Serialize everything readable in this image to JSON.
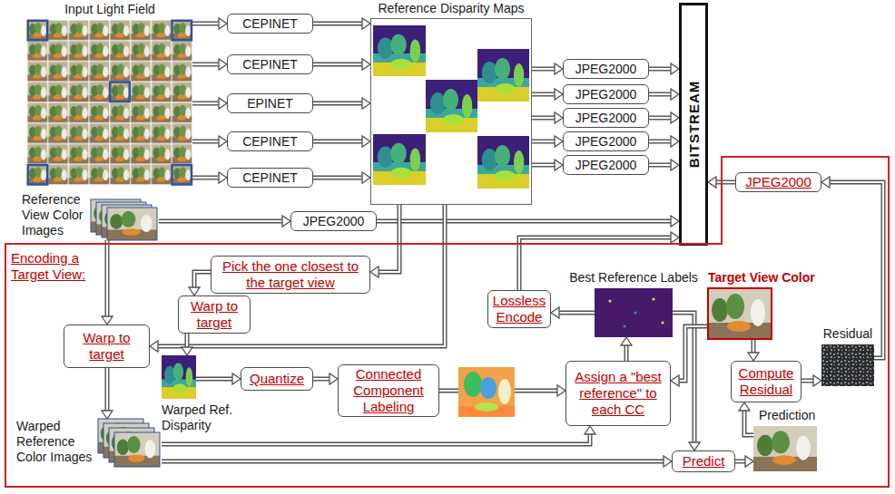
{
  "diagram": {
    "nodes": [
      {
        "text": [
          "Input Light Field"
        ]
      },
      {
        "text": [
          "Reference View Color Images"
        ]
      },
      {
        "text": [
          "CEPINET"
        ]
      },
      {
        "text": [
          "CEPINET"
        ]
      },
      {
        "text": [
          "EPINET"
        ]
      },
      {
        "text": [
          "CEPINET"
        ]
      },
      {
        "text": [
          "CEPINET"
        ]
      },
      {
        "text": [
          "Reference Disparity Maps"
        ]
      },
      {
        "text": [
          "JPEG2000"
        ]
      },
      {
        "text": [
          "JPEG2000"
        ]
      },
      {
        "text": [
          "JPEG2000"
        ]
      },
      {
        "text": [
          "JPEG2000"
        ]
      },
      {
        "text": [
          "JPEG2000"
        ]
      },
      {
        "text": [
          "JPEG2000"
        ]
      },
      {
        "text": [
          "BITSTREAM"
        ]
      },
      {
        "text": [
          "Encoding a Target View:"
        ]
      },
      {
        "text": [
          "Pick the one closest to the target view"
        ],
        "in": 15
      },
      {
        "text": [
          "Warp to target"
        ],
        "in": 15
      },
      {
        "text": [
          "Warp to target"
        ],
        "in": 15
      },
      {
        "text": [
          "Warped Ref. Disparity"
        ],
        "in": 15
      },
      {
        "text": [
          "Quantize"
        ],
        "in": 15
      },
      {
        "text": [
          "Connected Component Labeling"
        ],
        "in": 15
      },
      {
        "text": [
          "Assign a \"best reference\" to each CC"
        ],
        "in": 15
      },
      {
        "text": [
          "Best Reference Labels"
        ],
        "in": 15
      },
      {
        "text": [
          "Lossless Encode"
        ],
        "in": 15
      },
      {
        "text": [
          "Target View Color"
        ],
        "in": 15
      },
      {
        "text": [
          "Residual"
        ],
        "in": 15
      },
      {
        "text": [
          "Compute Residual"
        ],
        "in": 15
      },
      {
        "text": [
          "Prediction"
        ],
        "in": 15
      },
      {
        "text": [
          "Predict"
        ],
        "in": 15
      },
      {
        "text": [
          "Warped Reference Color Images"
        ],
        "in": 15
      },
      {
        "text": [
          "JPEG2000"
        ],
        "in": 15
      }
    ],
    "edges": [
      {
        "from": 0,
        "to": 2,
        "arrow": "to"
      },
      {
        "from": 0,
        "to": 3,
        "arrow": "to"
      },
      {
        "from": 0,
        "to": 4,
        "arrow": "to"
      },
      {
        "from": 0,
        "to": 5,
        "arrow": "to"
      },
      {
        "from": 0,
        "to": 6,
        "arrow": "to"
      },
      {
        "from": 2,
        "to": 7,
        "arrow": "to"
      },
      {
        "from": 3,
        "to": 7,
        "arrow": "to"
      },
      {
        "from": 4,
        "to": 7,
        "arrow": "to"
      },
      {
        "from": 5,
        "to": 7,
        "arrow": "to"
      },
      {
        "from": 6,
        "to": 7,
        "arrow": "to"
      },
      {
        "from": 7,
        "to": 8,
        "arrow": "to"
      },
      {
        "from": 7,
        "to": 9,
        "arrow": "to"
      },
      {
        "from": 7,
        "to": 10,
        "arrow": "to"
      },
      {
        "from": 7,
        "to": 11,
        "arrow": "to"
      },
      {
        "from": 7,
        "to": 12,
        "arrow": "to"
      },
      {
        "from": 8,
        "to": 14,
        "arrow": "to"
      },
      {
        "from": 9,
        "to": 14,
        "arrow": "to"
      },
      {
        "from": 10,
        "to": 14,
        "arrow": "to"
      },
      {
        "from": 11,
        "to": 14,
        "arrow": "to"
      },
      {
        "from": 12,
        "to": 14,
        "arrow": "to"
      },
      {
        "from": 1,
        "to": 13,
        "arrow": "to"
      },
      {
        "from": 13,
        "to": 14,
        "arrow": "to"
      },
      {
        "from": 7,
        "to": 16,
        "arrow": "to"
      },
      {
        "from": 16,
        "to": 17,
        "arrow": "to"
      },
      {
        "from": 7,
        "to": 18,
        "arrow": "to"
      },
      {
        "from": 1,
        "to": 18,
        "arrow": "to"
      },
      {
        "from": 17,
        "to": 19,
        "arrow": "to"
      },
      {
        "from": 19,
        "to": 20,
        "arrow": "to"
      },
      {
        "from": 20,
        "to": 21,
        "arrow": "to"
      },
      {
        "from": 21,
        "to": 22,
        "arrow": "to"
      },
      {
        "from": 18,
        "to": 30,
        "arrow": "to"
      },
      {
        "from": 30,
        "to": 22,
        "arrow": "to"
      },
      {
        "from": 30,
        "to": 29,
        "arrow": "to"
      },
      {
        "from": 22,
        "to": 23,
        "arrow": "to"
      },
      {
        "from": 23,
        "to": 24,
        "arrow": "to"
      },
      {
        "from": 24,
        "to": 14,
        "arrow": "to"
      },
      {
        "from": 23,
        "to": 29,
        "arrow": "to"
      },
      {
        "from": 25,
        "to": 22,
        "arrow": "to"
      },
      {
        "from": 25,
        "to": 27,
        "arrow": "to"
      },
      {
        "from": 29,
        "to": 28,
        "arrow": "to"
      },
      {
        "from": 28,
        "to": 27,
        "arrow": "to"
      },
      {
        "from": 27,
        "to": 26,
        "arrow": "to"
      },
      {
        "from": 26,
        "to": 31,
        "arrow": "to"
      },
      {
        "from": 31,
        "to": 14,
        "arrow": "to"
      }
    ]
  }
}
